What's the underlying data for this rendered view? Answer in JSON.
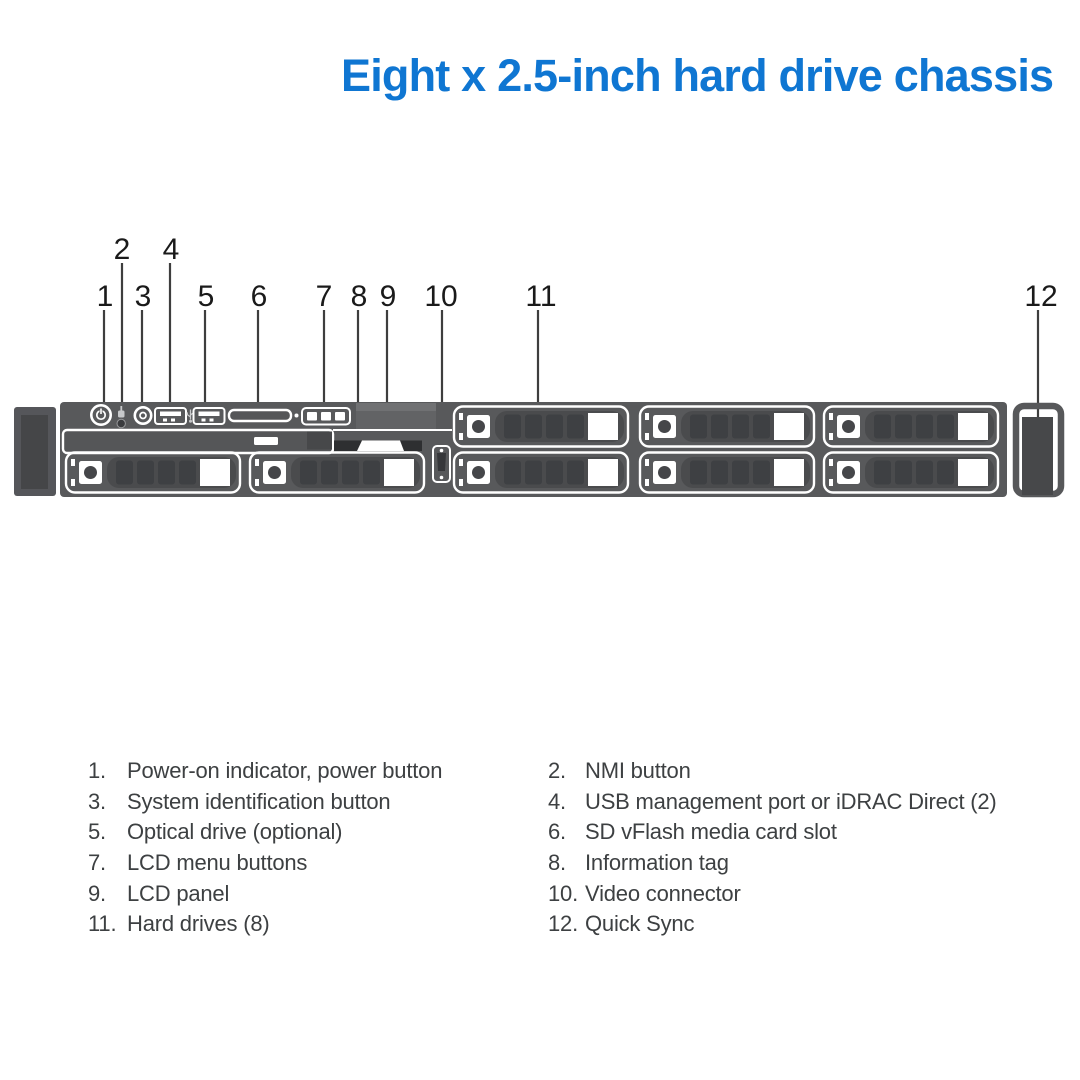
{
  "title": "Eight x 2.5-inch hard drive chassis",
  "callouts": [
    {
      "num": "1",
      "label": "Power-on indicator, power button"
    },
    {
      "num": "2",
      "label": "NMI button"
    },
    {
      "num": "3",
      "label": "System identification button"
    },
    {
      "num": "4",
      "label": "USB management port or iDRAC Direct (2)"
    },
    {
      "num": "5",
      "label": "Optical drive (optional)"
    },
    {
      "num": "6",
      "label": "SD vFlash media card slot"
    },
    {
      "num": "7",
      "label": "LCD menu buttons"
    },
    {
      "num": "8",
      "label": "Information tag"
    },
    {
      "num": "9",
      "label": "LCD panel"
    },
    {
      "num": "10",
      "label": "Video connector"
    },
    {
      "num": "11",
      "label": "Hard drives (8)"
    },
    {
      "num": "12",
      "label": "Quick Sync"
    }
  ],
  "legend": {
    "left_rows": [
      {
        "num": "1.",
        "text": "Power-on indicator, power button"
      },
      {
        "num": "3.",
        "text": "System identification button"
      },
      {
        "num": "5.",
        "text": "Optical drive (optional)"
      },
      {
        "num": "7.",
        "text": "LCD menu buttons"
      },
      {
        "num": "9.",
        "text": "LCD panel"
      },
      {
        "num": "11.",
        "text": "Hard drives (8)"
      }
    ],
    "right_rows": [
      {
        "num": "2.",
        "text": "NMI button"
      },
      {
        "num": "4.",
        "text": "USB management port or iDRAC Direct (2)"
      },
      {
        "num": "6.",
        "text": "SD vFlash media card slot"
      },
      {
        "num": "8.",
        "text": "Information tag"
      },
      {
        "num": "10.",
        "text": "Video connector"
      },
      {
        "num": "12.",
        "text": "Quick Sync"
      }
    ]
  },
  "colors": {
    "title_blue": "#0f76d2",
    "chassis_gray": "#58595b",
    "drive_body_gray": "#4a4b4d",
    "drive_slot_gray": "#3e4043",
    "outline_white": "#ffffff",
    "callout_text": "#1a1a1a",
    "legend_text": "#3d4042"
  }
}
